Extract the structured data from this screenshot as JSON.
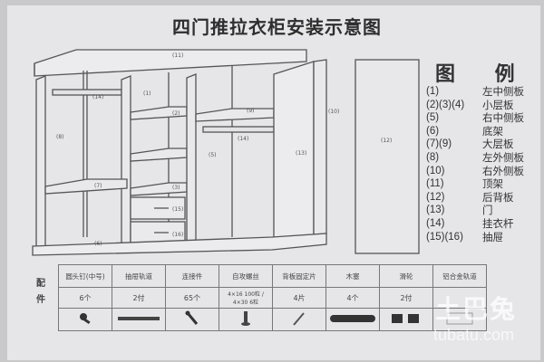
{
  "title": "四门推拉衣柜安装示意图",
  "legend": {
    "heading": "图 例",
    "items": [
      {
        "num": "(1)",
        "name": "左中侧板"
      },
      {
        "num": "(2)(3)(4)",
        "name": "小层板"
      },
      {
        "num": "(5)",
        "name": "右中侧板"
      },
      {
        "num": "(6)",
        "name": "底架"
      },
      {
        "num": "(7)(9)",
        "name": "大层板"
      },
      {
        "num": "(8)",
        "name": "左外侧板"
      },
      {
        "num": "(10)",
        "name": "右外侧板"
      },
      {
        "num": "(11)",
        "name": "顶架"
      },
      {
        "num": "(12)",
        "name": "后背板"
      },
      {
        "num": "(13)",
        "name": "门"
      },
      {
        "num": "(14)",
        "name": "挂衣杆"
      },
      {
        "num": "(15)(16)",
        "name": "抽屉"
      }
    ]
  },
  "diagram_labels": {
    "top": "(11)",
    "left_outer": "(8)",
    "rod_left": "(14)",
    "left_mid": "(1)",
    "small_shelf_1": "(2)",
    "big_shelf_left": "(7)",
    "small_shelf_2": "(3)",
    "drawer_1": "(15)",
    "drawer_2": "(16)",
    "bottom": "(6)",
    "right_mid": "(5)",
    "big_shelf_right": "(9)",
    "rod_right": "(14)",
    "door": "(13)",
    "right_outer": "(10)",
    "back_panel": "(12)"
  },
  "parts_table": {
    "side_label_1": "配",
    "side_label_2": "件",
    "columns": [
      {
        "name": "圆头钉(中号)",
        "qty": "6个",
        "icon": "screw-icon"
      },
      {
        "name": "抽屉轨道",
        "qty": "2付",
        "icon": "rail-icon"
      },
      {
        "name": "连接件",
        "qty": "65个",
        "icon": "connector-icon"
      },
      {
        "name": "自攻螺丝",
        "qty": "4×16 100粒 / 4×30 6粒",
        "icon": "bolt-icon"
      },
      {
        "name": "背板固定片",
        "qty": "4片",
        "icon": "clip-icon"
      },
      {
        "name": "木塞",
        "qty": "4个",
        "icon": "dowel-icon"
      },
      {
        "name": "滑轮",
        "qty": "2付",
        "icon": "pulley-icon"
      },
      {
        "name": "铝合金轨道",
        "qty": "",
        "icon": "track-icon"
      }
    ]
  },
  "watermark": {
    "cn": "土巴兔",
    "en": "tubatu.com"
  }
}
